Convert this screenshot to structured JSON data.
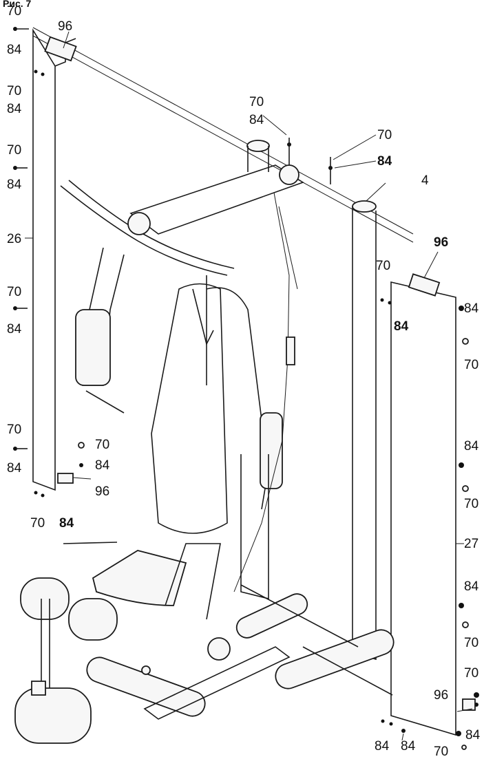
{
  "header": {
    "figure_label": "Рис. 7"
  },
  "callouts": {
    "c1": "70",
    "c2": "84",
    "c3": "96",
    "c4": "70",
    "c5": "84",
    "c6": "70",
    "c7": "84",
    "c8": "26",
    "c9": "70",
    "c10": "84",
    "c11": "70",
    "c12": "84",
    "c13": "70",
    "c14": "84",
    "c15": "96",
    "c16": "70",
    "c17": "84",
    "c18": "70",
    "c19": "84",
    "c20": "70",
    "c21": "84",
    "c22": "4",
    "c23": "96",
    "c24": "70",
    "c25": "84",
    "c26": "84",
    "c27": "70",
    "c28": "84",
    "c29": "70",
    "c30": "27",
    "c31": "84",
    "c32": "70",
    "c33": "70",
    "c34": "96",
    "c35": "84",
    "c36": "70",
    "c37": "84"
  }
}
